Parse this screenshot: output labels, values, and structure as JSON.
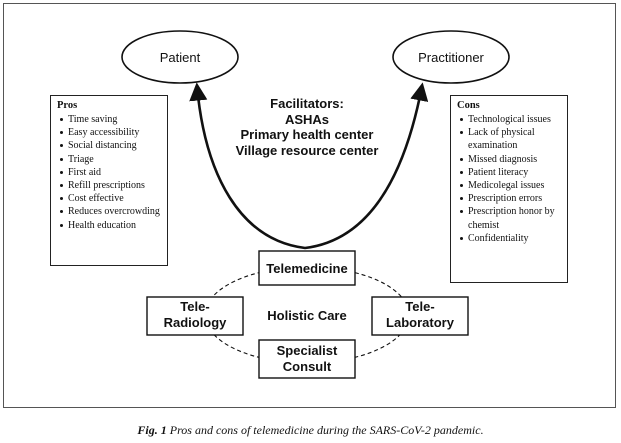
{
  "diagram": {
    "patient_label": "Patient",
    "practitioner_label": "Practitioner",
    "facilitators": {
      "heading": "Facilitators:",
      "lines": [
        "ASHAs",
        "Primary health center",
        "Village resource center"
      ]
    },
    "pros": {
      "heading": "Pros",
      "items": [
        "Time saving",
        "Easy accessibility",
        "Social distancing",
        "Triage",
        "First aid",
        "Refill prescriptions",
        "Cost effective",
        "Reduces overcrowding",
        "Health education"
      ]
    },
    "cons": {
      "heading": "Cons",
      "items": [
        "Technological issues",
        "Lack of physical",
        "examination",
        "Missed diagnosis",
        "Patient literacy",
        "Medicolegal issues",
        "Prescription errors",
        "Prescription honor by",
        "chemist",
        "Confidentiality"
      ]
    },
    "telemedicine_label": "Telemedicine",
    "teleradiology_line1": "Tele-",
    "teleradiology_line2": "Radiology",
    "telelaboratory_line1": "Tele-",
    "telelaboratory_line2": "Laboratory",
    "specialist_line1": "Specialist",
    "specialist_line2": "Consult",
    "holistic_label": "Holistic Care"
  },
  "caption": {
    "fig_label": "Fig. 1",
    "text": "Pros and cons of telemedicine during the SARS-CoV-2 pandemic."
  }
}
